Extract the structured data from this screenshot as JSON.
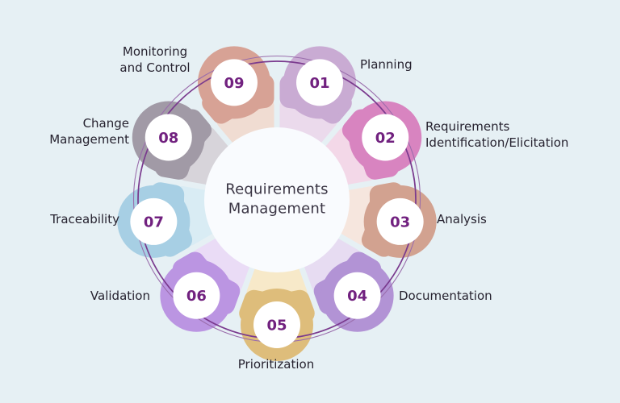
{
  "colors": {
    "background": "#e6f0f4",
    "center_circle": "#f9fbfe",
    "badge": "#ffffff",
    "number": "#71217f",
    "title": "#3a3544",
    "label": "#26222f",
    "ring_inner": "#7a3a8e",
    "ring_outer": "#9a6dac"
  },
  "diagram": {
    "center_title": [
      "Requirements",
      "Management"
    ],
    "segments": [
      {
        "number": "01",
        "label_lines": [
          "Planning"
        ],
        "color_main": "#c9abd3",
        "color_light": "#ebdaec"
      },
      {
        "number": "02",
        "label_lines": [
          "Requirements",
          "Identification/Elicitation"
        ],
        "color_main": "#d884c0",
        "color_light": "#f3d8e8"
      },
      {
        "number": "03",
        "label_lines": [
          "Analysis"
        ],
        "color_main": "#d2a290",
        "color_light": "#f6e6de"
      },
      {
        "number": "04",
        "label_lines": [
          "Documentation"
        ],
        "color_main": "#b293d5",
        "color_light": "#e7dcf2"
      },
      {
        "number": "05",
        "label_lines": [
          "Prioritization"
        ],
        "color_main": "#debd7b",
        "color_light": "#f7e9c9"
      },
      {
        "number": "06",
        "label_lines": [
          "Validation"
        ],
        "color_main": "#bb95e2",
        "color_light": "#eadcf6"
      },
      {
        "number": "07",
        "label_lines": [
          "Traceability"
        ],
        "color_main": "#a7cfe4",
        "color_light": "#d9ecf4"
      },
      {
        "number": "08",
        "label_lines": [
          "Change",
          "Management"
        ],
        "color_main": "#a19aa6",
        "color_light": "#d7d4da"
      },
      {
        "number": "09",
        "label_lines": [
          "Monitoring",
          "and Control"
        ],
        "color_main": "#d7a295",
        "color_light": "#f0dcd2"
      }
    ]
  }
}
